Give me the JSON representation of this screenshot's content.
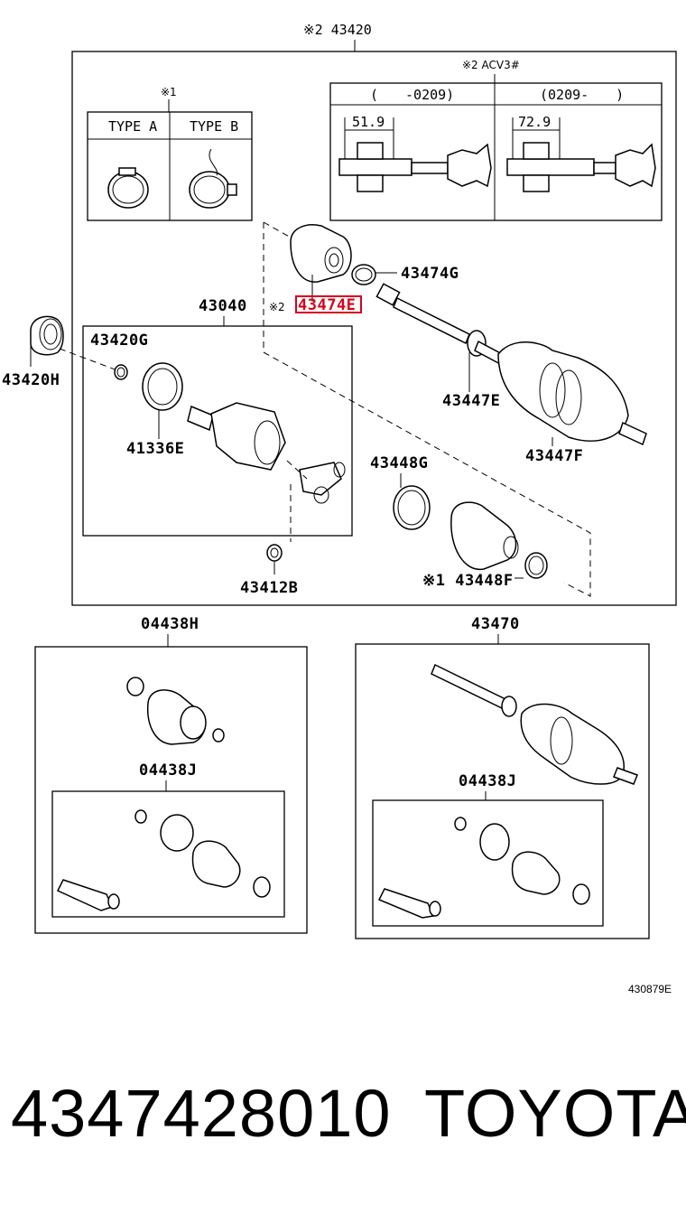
{
  "diagram": {
    "assembly_label": "※2 43420",
    "variant_note": "※2 ACV3#",
    "variant_cols": [
      "(　　-0209)",
      "(0209-　　)"
    ],
    "variant_dims": [
      "51.9",
      "72.9"
    ],
    "clamp_note": "※1",
    "clamp_types": [
      "TYPE A",
      "TYPE B"
    ],
    "parts": {
      "p43420H": "43420H",
      "p43040": "43040",
      "p43420G": "43420G",
      "p41336E": "41336E",
      "p43412B": "43412B",
      "p43474E_prefix": "※2",
      "p43474E": "43474E",
      "p43474G": "43474G",
      "p43447E": "43447E",
      "p43447F": "43447F",
      "p43448G": "43448G",
      "p43448F": "※1 43448F",
      "p04438H": "04438H",
      "p04438J_left": "04438J",
      "p43470": "43470",
      "p04438J_right": "04438J"
    },
    "highlight_color": "#d9001b",
    "ref_code": "430879E"
  },
  "footer": {
    "part_number": "4347428010",
    "brand": "TOYOTA"
  }
}
